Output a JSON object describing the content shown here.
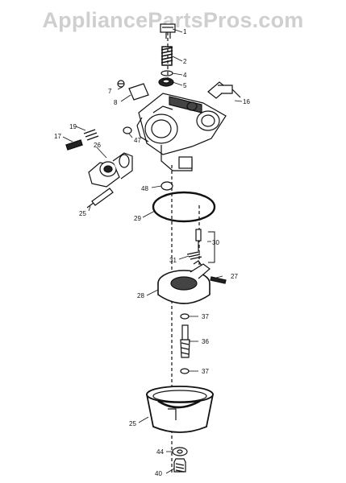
{
  "watermark": "AppliancePartsPros.com",
  "callouts": [
    {
      "id": "c1",
      "text": "1"
    },
    {
      "id": "c2",
      "text": "2"
    },
    {
      "id": "c4",
      "text": "4"
    },
    {
      "id": "c5",
      "text": "5"
    },
    {
      "id": "c7",
      "text": "7"
    },
    {
      "id": "c8",
      "text": "8"
    },
    {
      "id": "c16",
      "text": "16"
    },
    {
      "id": "c17",
      "text": "17"
    },
    {
      "id": "c19",
      "text": "19"
    },
    {
      "id": "c26",
      "text": "26"
    },
    {
      "id": "c47",
      "text": "47"
    },
    {
      "id": "c25a",
      "text": "25"
    },
    {
      "id": "c48",
      "text": "48"
    },
    {
      "id": "c29",
      "text": "29"
    },
    {
      "id": "c30",
      "text": "30"
    },
    {
      "id": "c31",
      "text": "31"
    },
    {
      "id": "c27",
      "text": "27"
    },
    {
      "id": "c28",
      "text": "28"
    },
    {
      "id": "c37a",
      "text": "37"
    },
    {
      "id": "c36",
      "text": "36"
    },
    {
      "id": "c37b",
      "text": "37"
    },
    {
      "id": "c25b",
      "text": "25"
    },
    {
      "id": "c44",
      "text": "44"
    },
    {
      "id": "c40",
      "text": "40"
    }
  ]
}
